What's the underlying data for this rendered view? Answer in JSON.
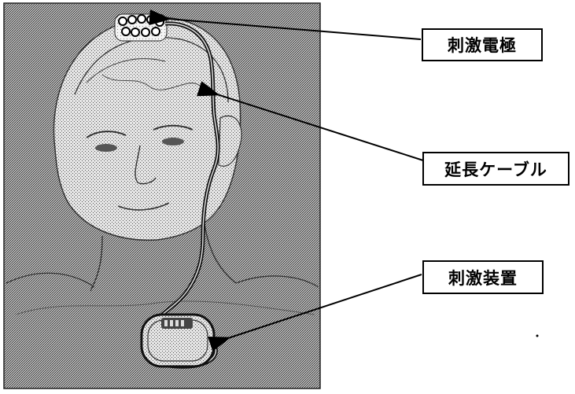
{
  "labels": {
    "electrode": "刺激電極",
    "cable": "延長ケーブル",
    "device": "刺激装置"
  },
  "colors": {
    "ink": "#000000",
    "paper": "#ffffff",
    "photo_light": "#dcdcdc",
    "photo_mid": "#a9a9a9",
    "photo_dark": "#4a4a4a"
  }
}
